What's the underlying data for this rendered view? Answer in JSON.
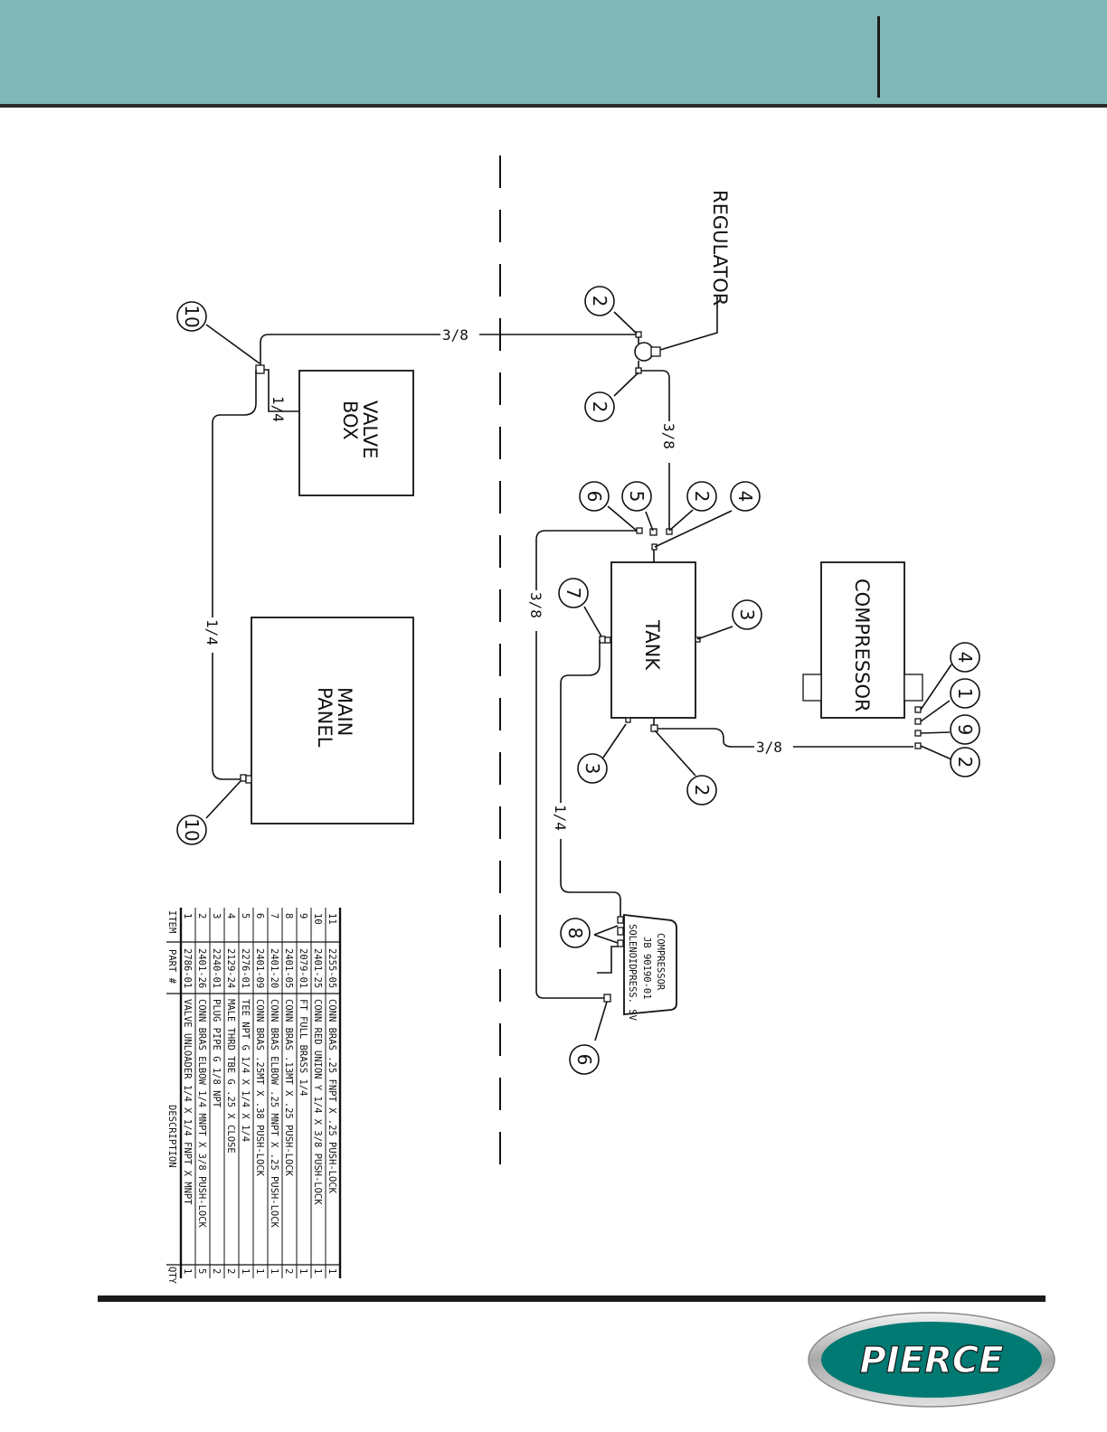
{
  "components": {
    "regulator": "REGULATOR",
    "valve_box": [
      "VALVE",
      "BOX"
    ],
    "main_panel": [
      "MAIN",
      "PANEL"
    ],
    "tank": "TANK",
    "compressor": "COMPRESSOR",
    "compressor_jb": [
      "COMPRESSOR",
      "JB 90190-01"
    ],
    "jb_ports": [
      "SOLENOID",
      "PRESS. SV"
    ]
  },
  "line_sizes": {
    "three_eighths": "3/8",
    "one_quarter": "1/4"
  },
  "callouts": [
    "2",
    "2",
    "10",
    "10",
    "6",
    "5",
    "2",
    "4",
    "7",
    "3",
    "3",
    "2",
    "4",
    "1",
    "9",
    "2",
    "8",
    "6"
  ],
  "parts_table": {
    "headers": [
      "ITEM",
      "PART #",
      "DESCRIPTION",
      "QTY"
    ],
    "rows": [
      {
        "item": "11",
        "part": "2255-05",
        "desc": "CONN BRAS .25 FNPT X .25 PUSH-LOCK",
        "qty": "1"
      },
      {
        "item": "10",
        "part": "2401-25",
        "desc": "CONN RED UNION Y 1/4 X 3/8 PUSH-LOCK",
        "qty": "1"
      },
      {
        "item": "9",
        "part": "2079-01",
        "desc": "FT FULL BRASS 1/4",
        "qty": "1"
      },
      {
        "item": "8",
        "part": "2401-05",
        "desc": "CONN BRAS .13MT X .25 PUSH-LOCK",
        "qty": "2"
      },
      {
        "item": "7",
        "part": "2401-20",
        "desc": "CONN BRAS ELBOW .25 MNPT X .25 PUSH-LOCK",
        "qty": "1"
      },
      {
        "item": "6",
        "part": "2401-09",
        "desc": "CONN BRAS .25MT X .38 PUSH-LOCK",
        "qty": "1"
      },
      {
        "item": "5",
        "part": "2276-01",
        "desc": "TEE NPT G 1/4 X 1/4 X 1/4",
        "qty": "1"
      },
      {
        "item": "4",
        "part": "2129-24",
        "desc": "MALE THRD TBE G .25 X CLOSE",
        "qty": "2"
      },
      {
        "item": "3",
        "part": "2240-01",
        "desc": "PLUG PIPE G 1/8 NPT",
        "qty": "2"
      },
      {
        "item": "2",
        "part": "2401-26",
        "desc": "CONN BRAS ELBOW 1/4 MNPT X 3/8 PUSH-LOCK",
        "qty": "5"
      },
      {
        "item": "1",
        "part": "2786-01",
        "desc": "VALVE UNLOADER 1/4 X 1/4 FNPT X MNPT",
        "qty": "1"
      }
    ]
  },
  "logo": {
    "text": "PIERCE"
  },
  "colors": {
    "header": "#7fb8b7",
    "logo_teal": "#007a73",
    "line": "#111111"
  }
}
